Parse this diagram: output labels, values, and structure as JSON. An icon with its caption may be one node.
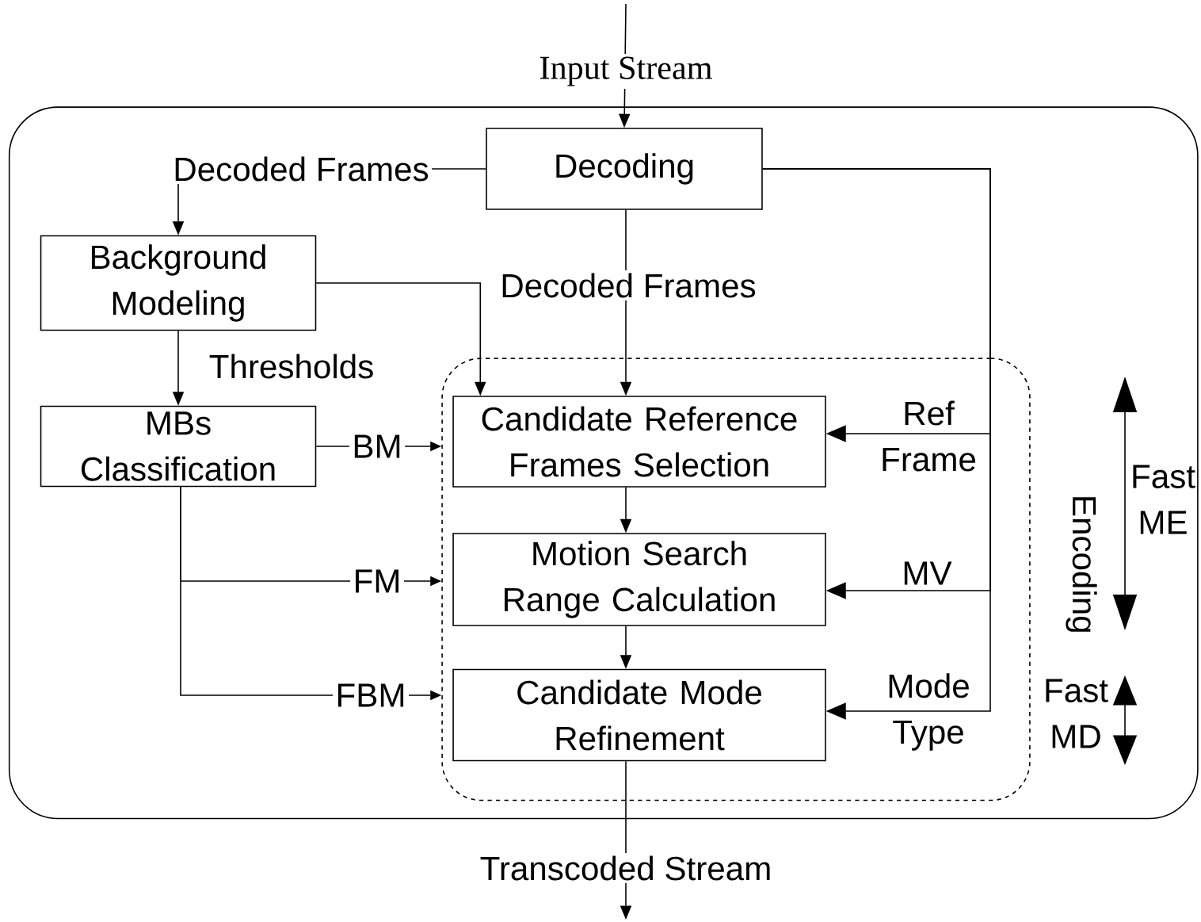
{
  "diagram": {
    "nodes": [
      {
        "text": [],
        "shape": "box"
      },
      {
        "text": [
          "Decoding"
        ],
        "in": 0
      },
      {
        "text": [
          "Background Modeling"
        ],
        "in": 0
      },
      {
        "text": [
          "MBs Classification"
        ],
        "in": 0
      },
      {
        "text": [
          "Encoding"
        ],
        "in": 0
      },
      {
        "text": [
          "Candidate Reference Frames Selection"
        ],
        "in": 4
      },
      {
        "text": [
          "Motion Search Range Calculation"
        ],
        "in": 4
      },
      {
        "text": [
          "Candidate Mode Refinement"
        ],
        "in": 4
      }
    ],
    "edges": [
      {
        "from": null,
        "to": 1,
        "arrow": "to",
        "label": "Input Stream"
      },
      {
        "from": 1,
        "to": 2,
        "arrow": "to",
        "label": "Decoded Frames"
      },
      {
        "from": 1,
        "to": 5,
        "arrow": "to",
        "label": "Decoded Frames"
      },
      {
        "from": 2,
        "to": 5,
        "arrow": "to"
      },
      {
        "from": 2,
        "to": 3,
        "arrow": "to",
        "label": "Thresholds"
      },
      {
        "from": 3,
        "to": 4,
        "arrow": "to",
        "label": "BM"
      },
      {
        "from": 3,
        "to": 4,
        "arrow": "to",
        "label": "FM"
      },
      {
        "from": 3,
        "to": 4,
        "arrow": "to",
        "label": "FBM"
      },
      {
        "from": 1,
        "to": 5,
        "arrow": "to",
        "label": "Ref Frame"
      },
      {
        "from": 1,
        "to": 6,
        "arrow": "to",
        "label": "MV"
      },
      {
        "from": 1,
        "to": 7,
        "arrow": "to",
        "label": "Mode Type"
      },
      {
        "from": 5,
        "to": 6,
        "arrow": "to"
      },
      {
        "from": 6,
        "to": 7,
        "arrow": "to"
      },
      {
        "from": 7,
        "to": null,
        "arrow": "to",
        "label": "Transcoded Stream"
      }
    ],
    "labels": [
      "Fast ME",
      "Fast MD"
    ]
  }
}
